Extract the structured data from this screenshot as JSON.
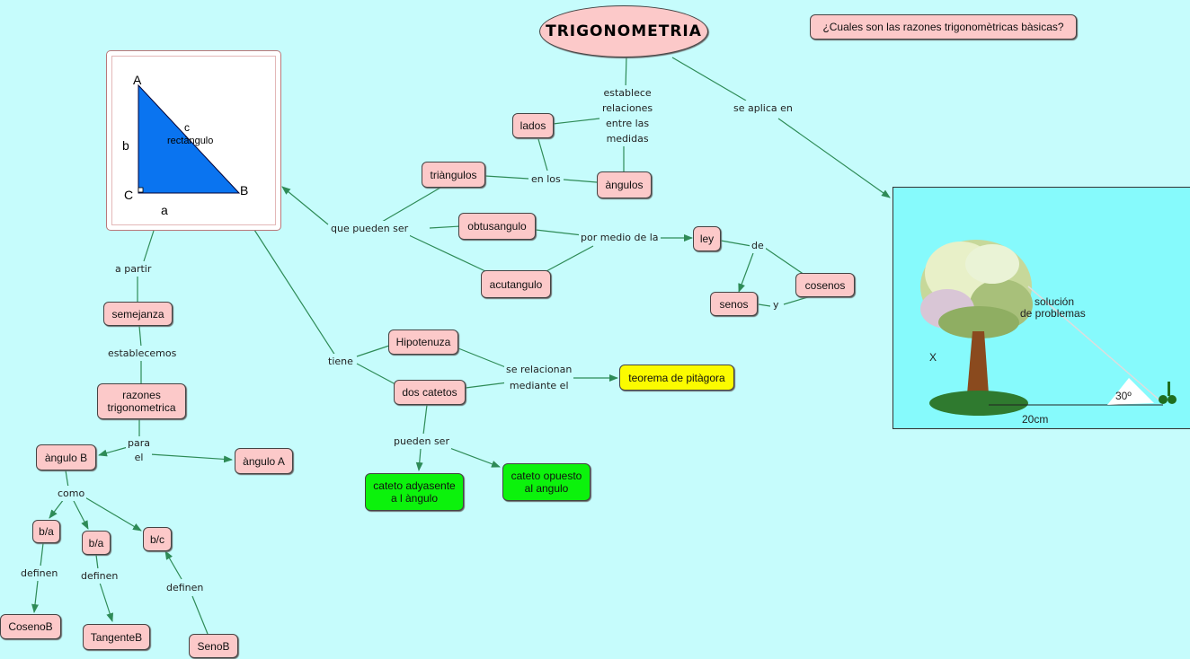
{
  "title": "TRIGONOMETRIA",
  "question": "¿Cuales son las razones trigonomètricas bàsicas?",
  "triangle_image": {
    "vertex_a": "A",
    "vertex_b": "B",
    "vertex_c": "C",
    "side_a": "a",
    "side_b": "b",
    "side_c": "c",
    "caption": "rectàngulo",
    "fill": "#0a74f0"
  },
  "tree_image": {
    "caption_line1": "solución",
    "caption_line2": "de problemas",
    "height_label": "X",
    "angle_label": "30º",
    "base_label": "20cm"
  },
  "nodes": {
    "lados": "lados",
    "angulos": "àngulos",
    "triangulos": "triàngulos",
    "obtusangulo": "obtusangulo",
    "acutangulo": "acutangulo",
    "ley": "ley",
    "senos": "senos",
    "cosenos": "cosenos",
    "hipotenuza": "Hipotenuza",
    "dos_catetos": "dos catetos",
    "teorema": "teorema de pitàgora",
    "cateto_adyasente_1": "cateto adyasente",
    "cateto_adyasente_2": "a l àngulo",
    "cateto_opuesto_1": "cateto opuesto",
    "cateto_opuesto_2": "al angulo",
    "semejanza": "semejanza",
    "razones_1": "razones",
    "razones_2": "trigonometrica",
    "angulo_b": "àngulo B",
    "angulo_a": "àngulo A",
    "ba_1": "b/a",
    "ba_2": "b/a",
    "bc": "b/c",
    "cosenob": "CosenoB",
    "tangenteb": "TangenteB",
    "senob": "SenoB"
  },
  "labels": {
    "establece_1": "establece",
    "establece_2": "relaciones",
    "establece_3": "entre las",
    "establece_4": "medidas",
    "se_aplica": "se aplica  en",
    "en_los": "en los",
    "que_pueden_ser": "que pueden ser",
    "por_medio": "por medio de la",
    "de": "de",
    "y": "y",
    "tiene": "tiene",
    "se_relacionan_1": "se relacionan",
    "se_relacionan_2": "mediante el",
    "pueden_ser": "pueden ser",
    "a_partir": "a partir",
    "establecemos": "establecemos",
    "para_1": "para",
    "para_2": "el",
    "como": "como",
    "definen_1": "definen",
    "definen_2": "definen",
    "definen_3": "definen"
  },
  "colors": {
    "background": "#c6fcfc",
    "node": "#fcc9c9",
    "highlight_yellow": "#fbfb00",
    "highlight_green": "#0cf20c",
    "link": "#2e8b57"
  }
}
